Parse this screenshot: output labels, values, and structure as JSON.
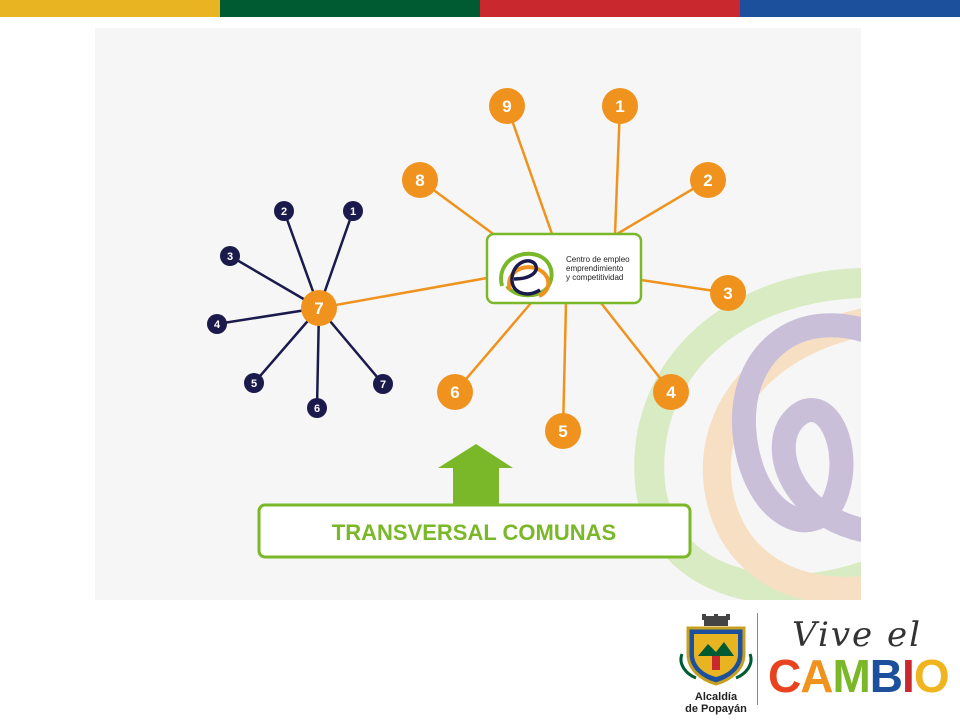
{
  "colors": {
    "stripes": [
      "#e8b422",
      "#005b33",
      "#c8282e",
      "#1c4f9c"
    ],
    "orange": "#f0931e",
    "navy": "#1b1a4d",
    "green": "#7ab829",
    "purple": "#8a7aa8"
  },
  "hub": {
    "logo_lines": [
      "Centro de empleo",
      "emprendimiento",
      "y competitividad"
    ]
  },
  "spokes": [
    "9",
    "1",
    "8",
    "2",
    "3",
    "4",
    "5",
    "6",
    "7"
  ],
  "sub_nodes": [
    "2",
    "1",
    "3",
    "4",
    "5",
    "6",
    "7"
  ],
  "banner": {
    "label": "TRANSVERSAL COMUNAS"
  },
  "footer": {
    "alcaldia_line1": "Alcaldía",
    "alcaldia_line2": "de Popayán",
    "slogan_script": "Vive el",
    "slogan_main": [
      "C",
      "A",
      "M",
      "B",
      "I",
      "O"
    ],
    "slogan_colors": [
      "#e8421e",
      "#f0931e",
      "#7ab829",
      "#1c4f9c",
      "#c8282e",
      "#f0b41e"
    ]
  }
}
